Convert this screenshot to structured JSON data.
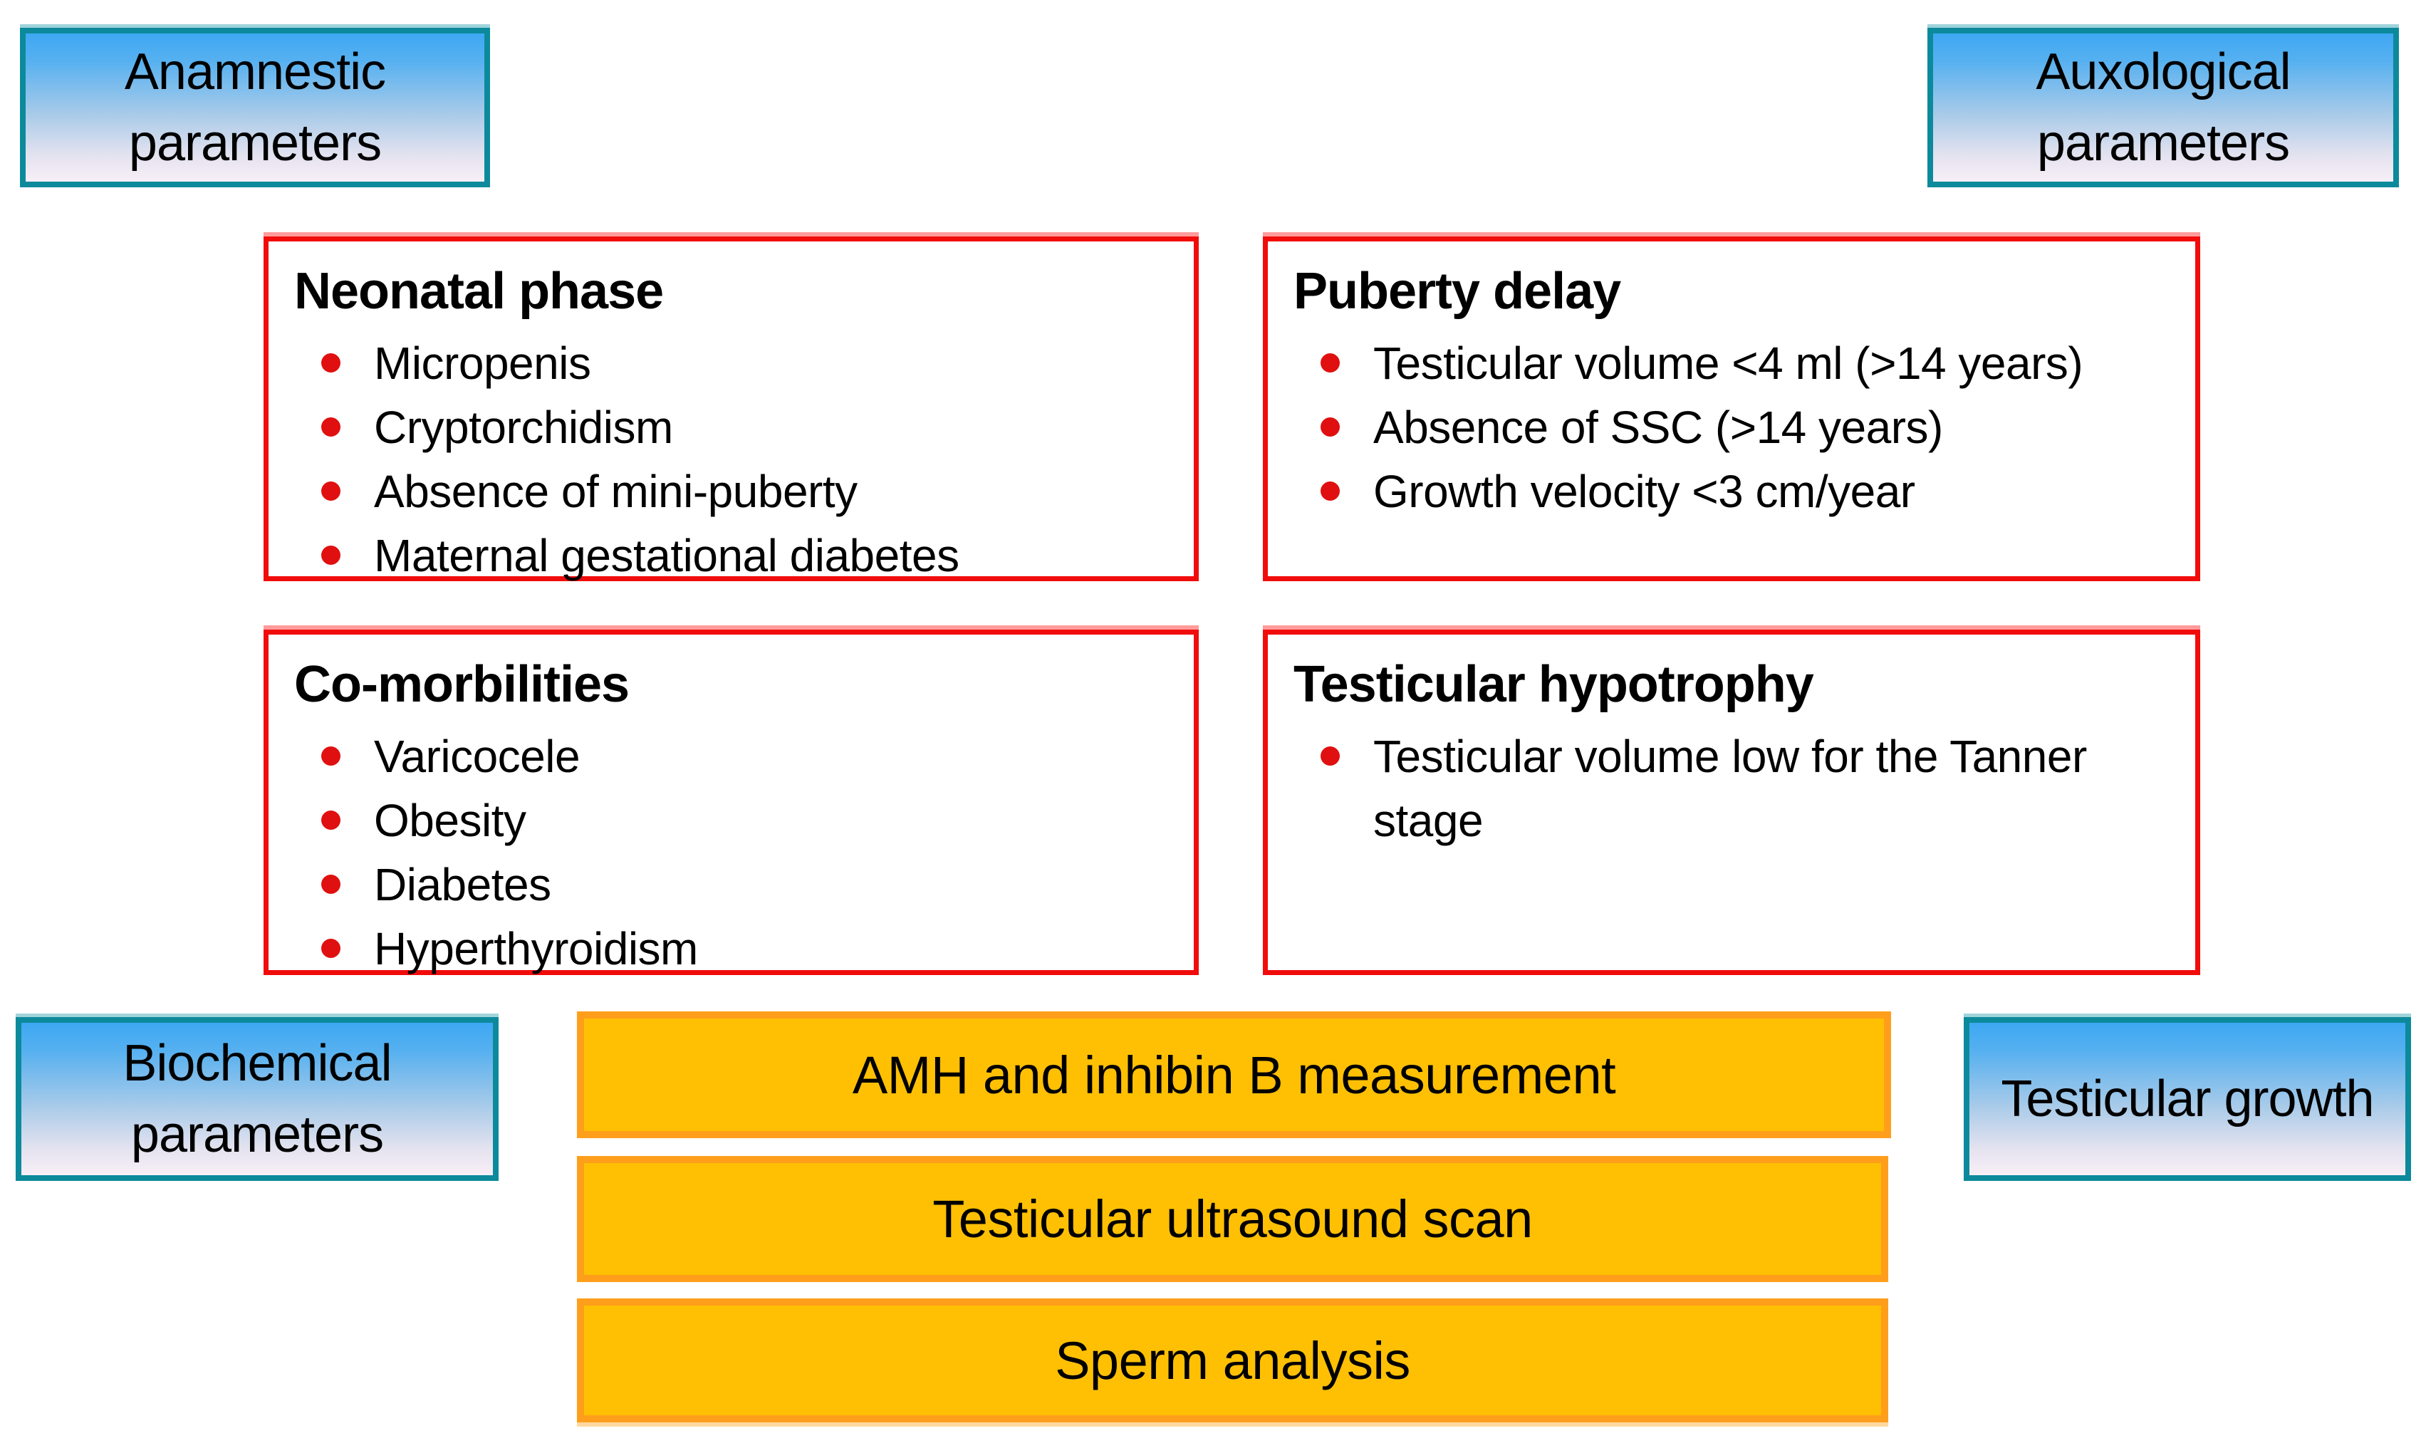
{
  "figure": {
    "description_colors": {
      "red_border": "#f10c0c",
      "red_border_highlight": "#ff9b9b",
      "bullet_dot": "#e01010",
      "teal_border": "#0c8a9c",
      "blue_gradient_top": "#3ea8f3",
      "blue_gradient_bottom": "#f8eff7",
      "bar_fill": "#ffc003",
      "bar_border": "#ff9e1b",
      "text": "#000000"
    }
  },
  "corner_boxes": [
    {
      "id": "anamnestic",
      "label": "Anamnestic parameters"
    },
    {
      "id": "auxological",
      "label": "Auxological parameters"
    },
    {
      "id": "biochemical",
      "label": "Biochemical parameters"
    },
    {
      "id": "testicular-growth",
      "label": "Testicular growth"
    }
  ],
  "red_boxes": [
    {
      "title": "Neonatal phase",
      "items": [
        "Micropenis",
        "Cryptorchidism",
        "Absence of mini-puberty",
        "Maternal gestational diabetes"
      ]
    },
    {
      "title": "Puberty delay",
      "items": [
        "Testicular volume <4 ml (>14 years)",
        "Absence of SSC (>14 years)",
        "Growth velocity <3 cm/year"
      ]
    },
    {
      "title": "Co-morbilities",
      "items": [
        "Varicocele",
        "Obesity",
        "Diabetes",
        "Hyperthyroidism"
      ]
    },
    {
      "title": "Testicular hypotrophy",
      "items": [
        "Testicular volume low for the Tanner stage"
      ]
    }
  ],
  "bars": [
    {
      "label": "AMH and inhibin B measurement"
    },
    {
      "label": "Testicular ultrasound scan"
    },
    {
      "label": "Sperm analysis"
    }
  ]
}
